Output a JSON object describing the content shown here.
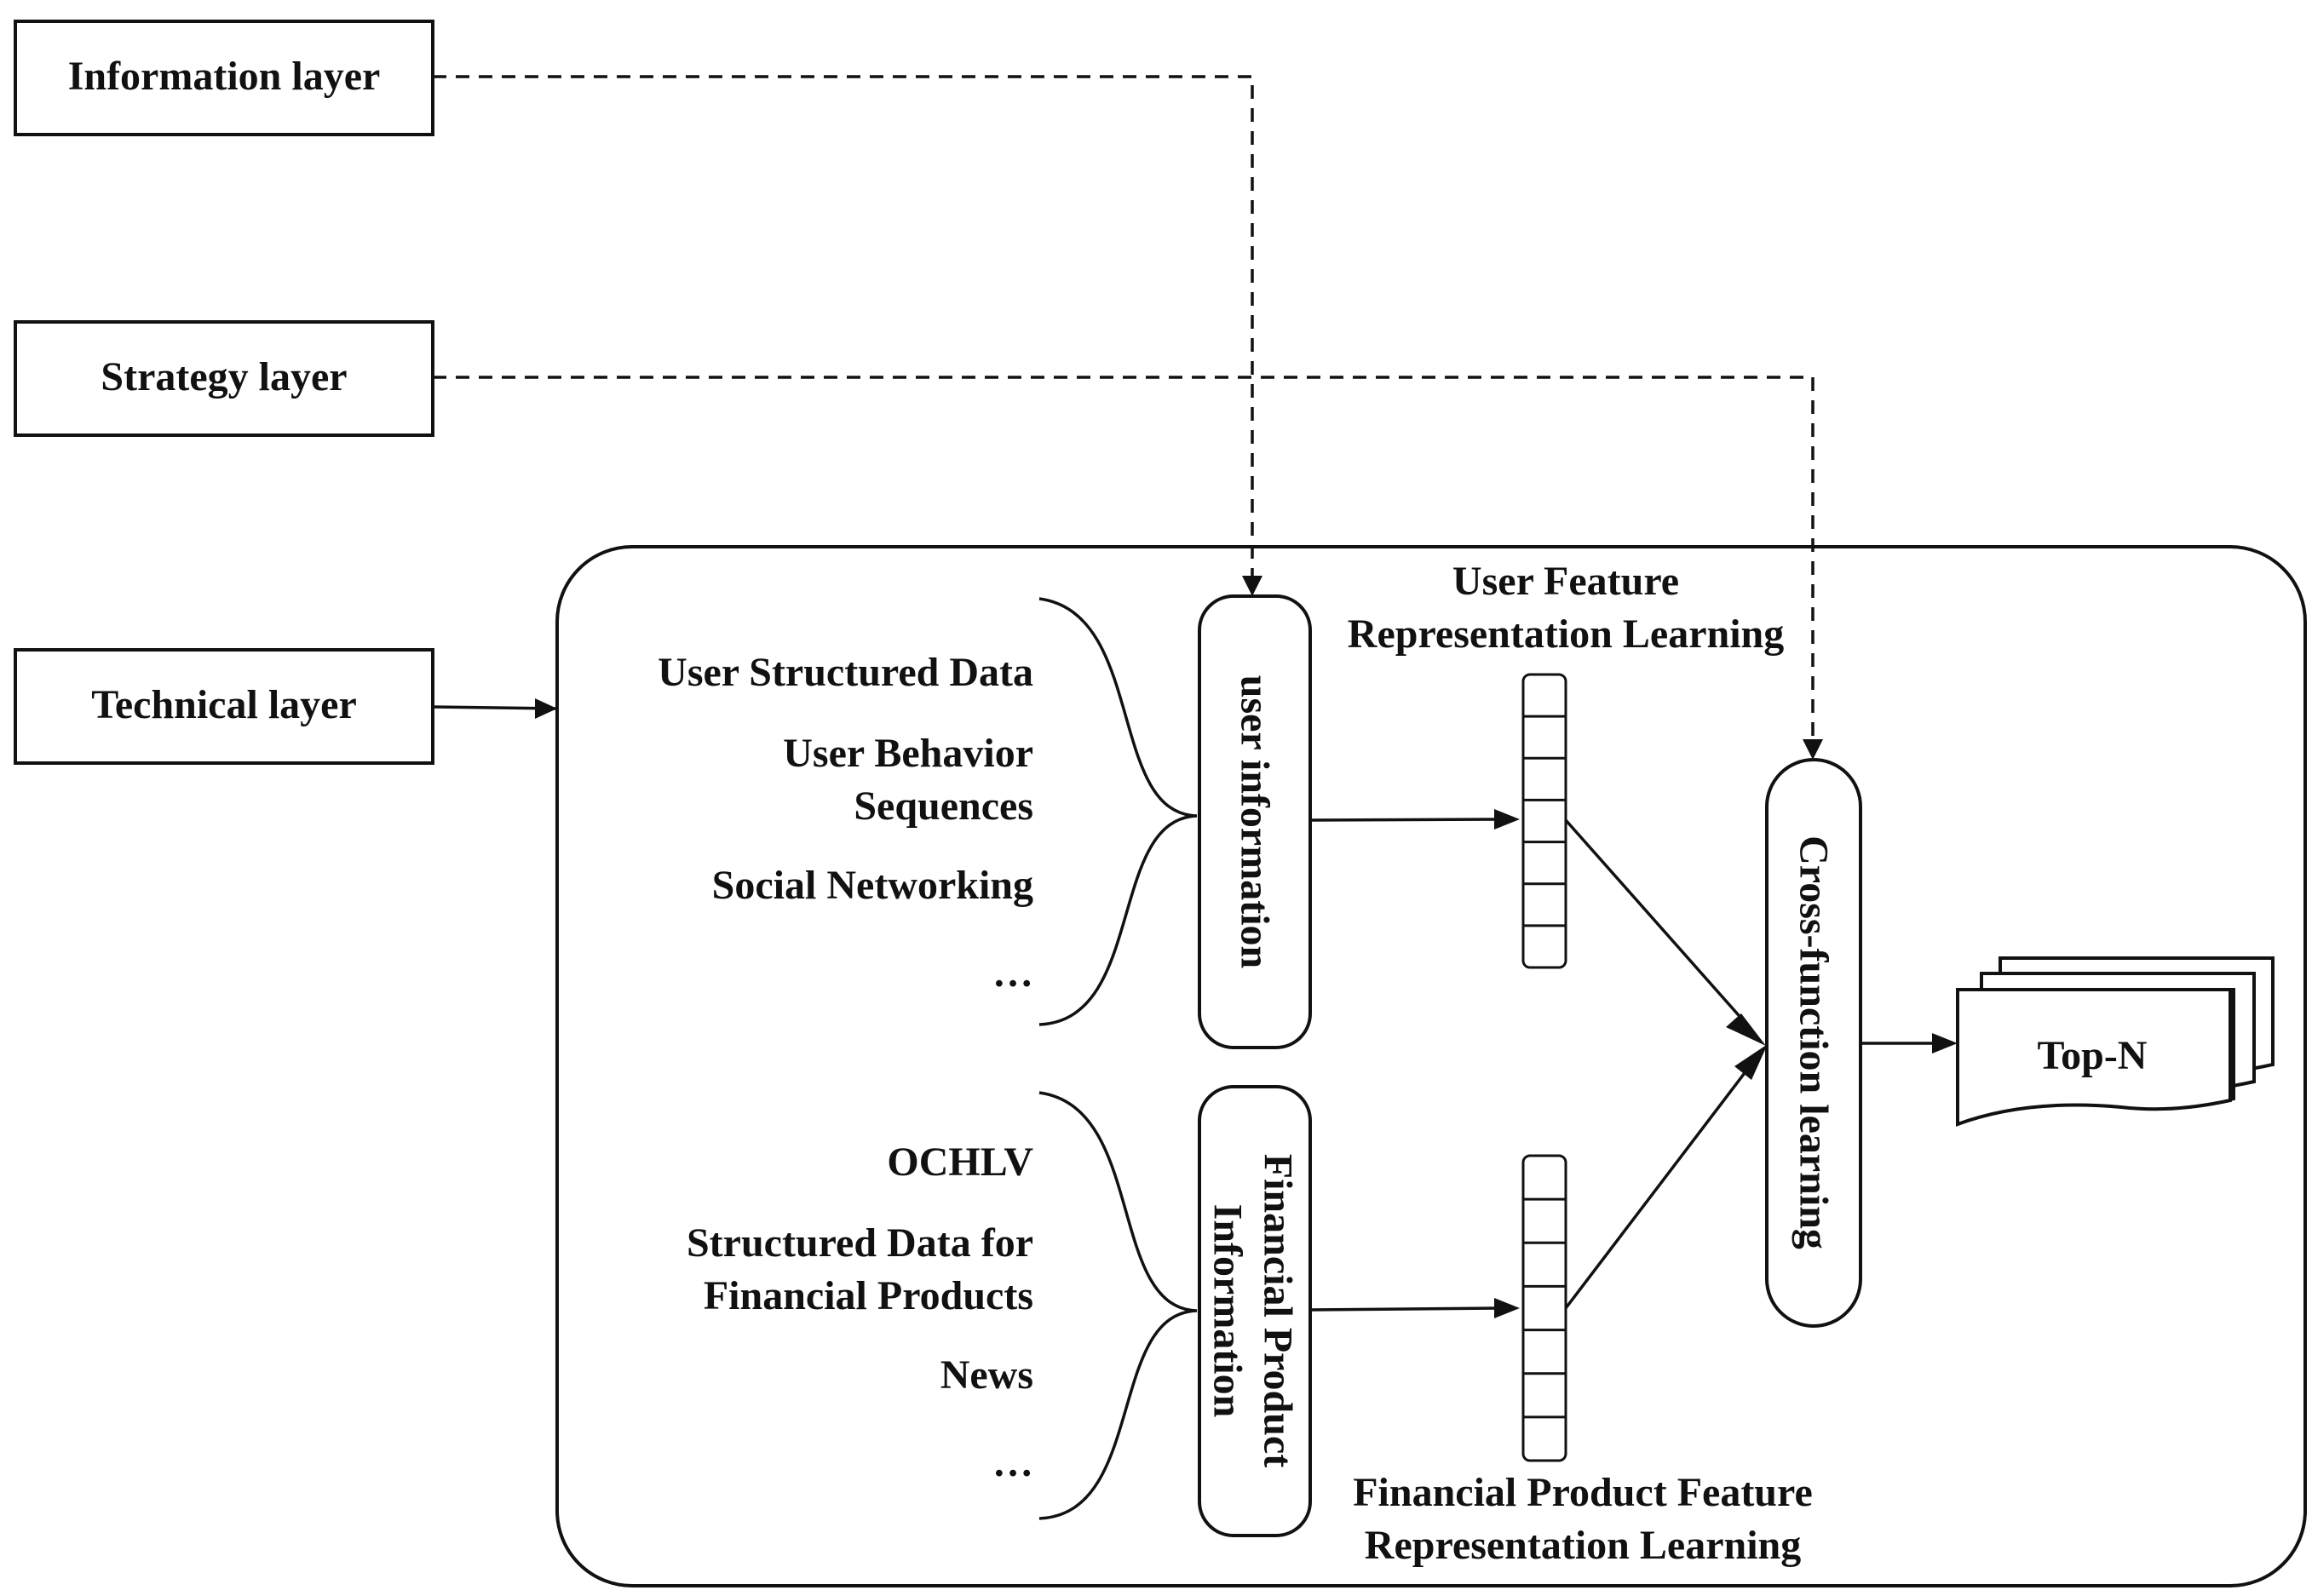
{
  "layers": {
    "information": "Information layer",
    "strategy": "Strategy layer",
    "technical": "Technical layer"
  },
  "user_sources": {
    "item1": "User Structured Data",
    "item2_line1": "User Behavior",
    "item2_line2": "Sequences",
    "item3": "Social Networking",
    "ellipsis": "…"
  },
  "product_sources": {
    "item1": "OCHLV",
    "item2_line1": "Structured Data for",
    "item2_line2": "Financial Products",
    "item3": "News",
    "ellipsis": "…"
  },
  "nodes": {
    "user_info": "user information",
    "product_info_line1": "Financial Product",
    "product_info_line2": "Information",
    "cross_function": "Cross-function learning",
    "top_n": "Top-N"
  },
  "labels": {
    "user_feature_line1": "User Feature",
    "user_feature_line2": "Representation Learning",
    "product_feature_line1": "Financial Product Feature",
    "product_feature_line2": "Representation Learning"
  }
}
